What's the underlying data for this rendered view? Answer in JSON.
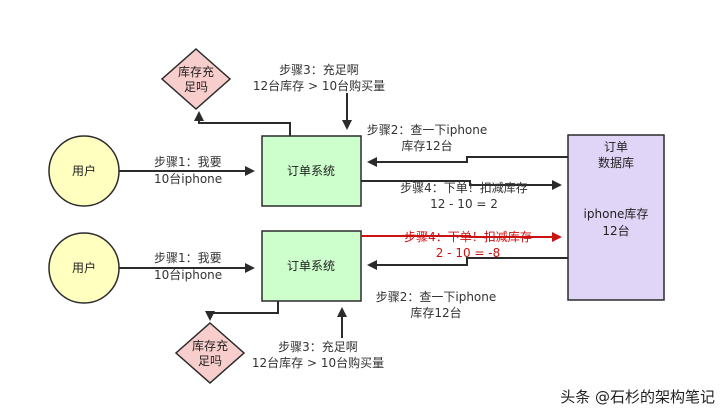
{
  "nodes": {
    "user_top": "用户",
    "user_bottom": "用户",
    "order_system_top": "订单系统",
    "order_system_bottom": "订单系统",
    "stock_check_top": [
      "库存充",
      "足吗"
    ],
    "stock_check_bottom": [
      "库存充",
      "足吗"
    ],
    "database_title": [
      "订单",
      "数据库"
    ],
    "database_content": [
      "iphone库存",
      "12台"
    ]
  },
  "top_flow": {
    "step1": [
      "步骤1：我要",
      "10台iphone"
    ],
    "step2": [
      "步骤2：查一下iphone",
      "库存12台"
    ],
    "step3": [
      "步骤3：充足啊",
      "12台库存 > 10台购买量"
    ],
    "step4": [
      "步骤4：下单！扣减库存",
      "12 - 10 = 2"
    ]
  },
  "bottom_flow": {
    "step1": [
      "步骤1：我要",
      "10台iphone"
    ],
    "step2": [
      "步骤2：查一下iphone",
      "库存12台"
    ],
    "step3": [
      "步骤3：充足啊",
      "12台库存 > 10台购买量"
    ],
    "step4": [
      "步骤4：下单！扣减库存",
      "2 - 10 = -8"
    ]
  },
  "watermark": "头条 @石杉的架构笔记",
  "colors": {
    "user_fill": "#ffffc0",
    "system_fill": "#ccffcc",
    "diamond_fill": "#f8cecc",
    "db_fill": "#e1d5f7",
    "error": "#cc1111"
  }
}
